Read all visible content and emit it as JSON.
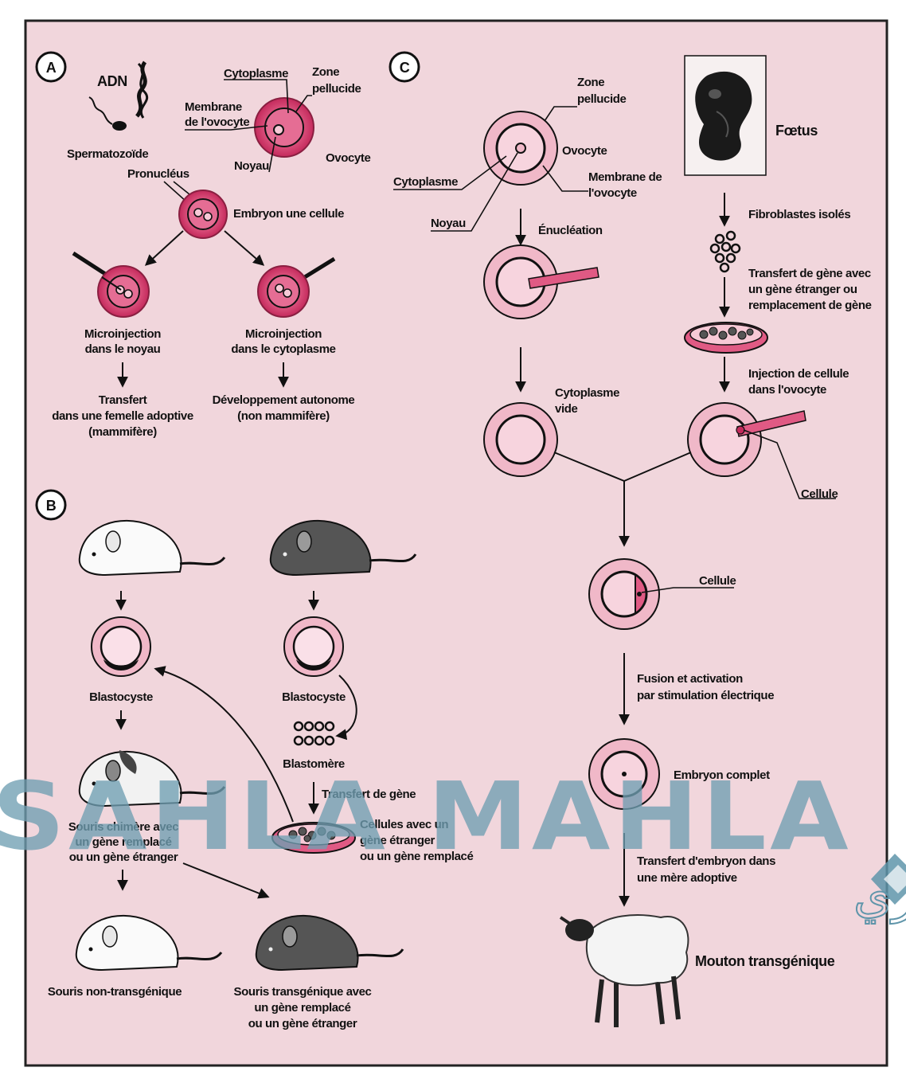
{
  "panels": {
    "a": {
      "badge": "A",
      "adn": "ADN",
      "spermatozoide": "Spermatozoïde",
      "cytoplasme": "Cytoplasme",
      "zone": "Zone",
      "pellucide": "pellucide",
      "membrane1": "Membrane",
      "membrane2": "de l'ovocyte",
      "noyau": "Noyau",
      "ovocyte": "Ovocyte",
      "pronucleus": "Pronucléus",
      "embryon": "Embryon une cellule",
      "micro_noyau_1": "Microinjection",
      "micro_noyau_2": "dans le noyau",
      "micro_cyto_1": "Microinjection",
      "micro_cyto_2": "dans le cytoplasme",
      "transfert_1": "Transfert",
      "transfert_2": "dans une femelle adoptive",
      "transfert_3": "(mammifère)",
      "dev_1": "Développement autonome",
      "dev_2": "(non mammifère)"
    },
    "b": {
      "badge": "B",
      "blastocyste_left": "Blastocyste",
      "blastocyste_right": "Blastocyste",
      "blastomere": "Blastomère",
      "transfert_gene": "Transfert de gène",
      "cellules_1": "Cellules avec un",
      "cellules_2": "gène étranger",
      "cellules_3": "ou un gène remplacé",
      "chimere_1": "Souris chimère avec",
      "chimere_2": "un gène remplacé",
      "chimere_3": "ou un gène étranger",
      "non_trans": "Souris non-transgénique",
      "trans_1": "Souris transgénique avec",
      "trans_2": "un gène remplacé",
      "trans_3": "ou un gène étranger"
    },
    "c": {
      "badge": "C",
      "zone": "Zone",
      "pellucide": "pellucide",
      "ovocyte": "Ovocyte",
      "cytoplasme": "Cytoplasme",
      "membrane_1": "Membrane de",
      "membrane_2": "l'ovocyte",
      "noyau": "Noyau",
      "enucleation": "Énucléation",
      "cyto_vide_1": "Cytoplasme",
      "cyto_vide_2": "vide",
      "foetus": "Fœtus",
      "fibroblastes": "Fibroblastes isolés",
      "transfert_gene_1": "Transfert de gène avec",
      "transfert_gene_2": "un gène étranger ou",
      "transfert_gene_3": "remplacement de gène",
      "injection_1": "Injection de cellule",
      "injection_2": "dans l'ovocyte",
      "cellule_right": "Cellule",
      "cellule_mid": "Cellule",
      "fusion_1": "Fusion et activation",
      "fusion_2": "par stimulation électrique",
      "embryon_complet": "Embryon complet",
      "transfert_emb_1": "Transfert d'embryon dans",
      "transfert_emb_2": "une mère adoptive",
      "mouton": "Mouton transgénique"
    }
  },
  "watermark": {
    "latin": "SAHLA MAHLA",
    "arabic": "المصدر الاول للطالب الجزائري"
  },
  "colors": {
    "panel_bg": "#f1d6dc",
    "deep_pink": "#d63a6b",
    "light_pink": "#f0b8c8",
    "watermark": "#6f9fb2"
  }
}
